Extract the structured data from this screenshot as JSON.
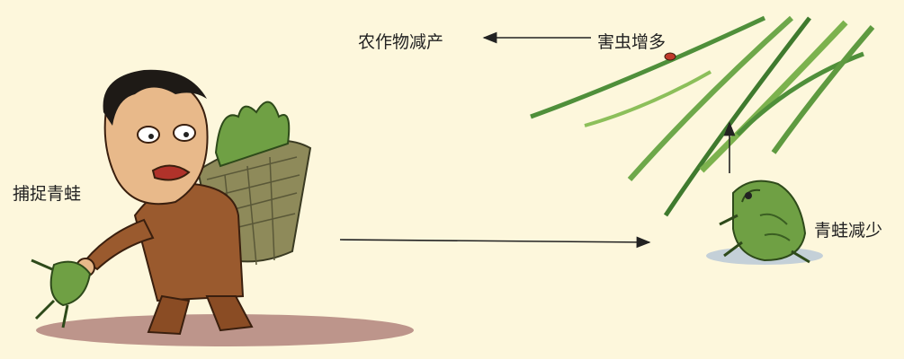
{
  "diagram": {
    "labels": {
      "crop_reduction": "农作物减产",
      "pests_increase": "害虫增多",
      "catch_frogs": "捕捉青蛙",
      "frogs_decrease": "青蛙减少"
    },
    "colors": {
      "background": "#fdf7dc",
      "arrow": "#222222",
      "skin": "#e8b98a",
      "coat": "#9a5a2e",
      "frog": "#6fa044",
      "grass": "#4f8f3a",
      "basket": "#8e8a5a",
      "shadow": "#9a6a6a"
    },
    "icons": [
      "man-catching-frog-illustration",
      "frog-illustration",
      "grass-leaves-illustration",
      "insect-illustration"
    ]
  }
}
